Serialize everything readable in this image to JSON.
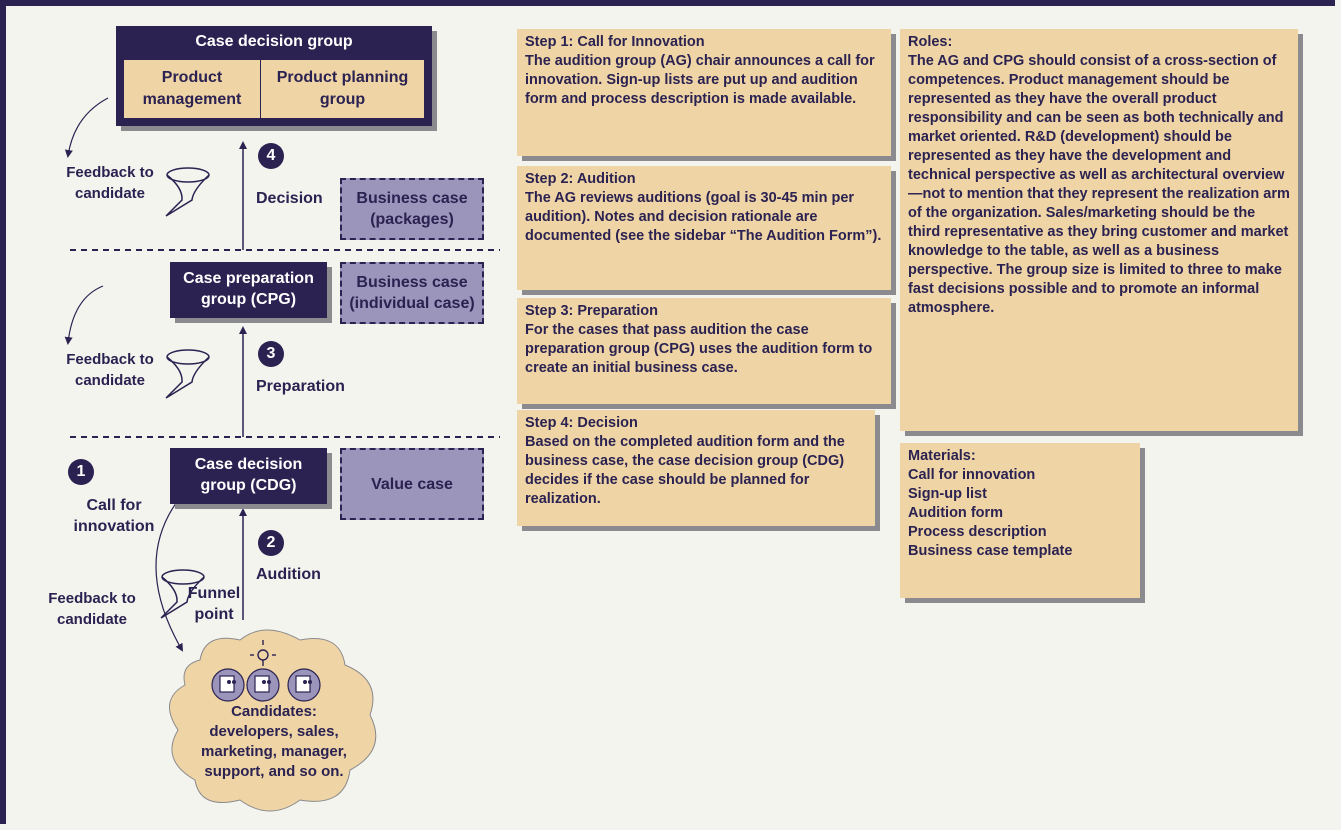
{
  "top_group": {
    "title": "Case decision group",
    "left": "Product management",
    "right": "Product planning group"
  },
  "cpg_box": "Case preparation group (CPG)",
  "cdg_box": "Case decision group (CDG)",
  "business_case_packages": "Business case (packages)",
  "business_case_individual": "Business case (individual case)",
  "value_case": "Value case",
  "labels": {
    "decision": "Decision",
    "preparation": "Preparation",
    "audition": "Audition",
    "call_for_innovation": "Call for innovation",
    "funnel_point": "Funnel point",
    "feedback1": "Feedback to candidate",
    "feedback2": "Feedback to candidate",
    "feedback3": "Feedback to candidate"
  },
  "numbers": {
    "n1": "1",
    "n2": "2",
    "n3": "3",
    "n4": "4"
  },
  "candidates": "Candidates: developers, sales, marketing, manager, support, and so on.",
  "steps": [
    {
      "title": "Step 1: Call for Innovation",
      "body": "The audition group (AG) chair announces a call for innovation. Sign-up lists are put up and audition form and process description is made available."
    },
    {
      "title": "Step 2: Audition",
      "body": "The AG reviews auditions (goal is 30-45 min per audition). Notes and decision rationale are documented (see the sidebar “The Audition Form”)."
    },
    {
      "title": "Step 3: Preparation",
      "body": "For the cases that pass audition the case preparation group (CPG) uses the audition form to create an initial business case."
    },
    {
      "title": "Step 4: Decision",
      "body": "Based on the completed audition form and the business case, the case decision group (CDG) decides if the case should be planned for realization."
    }
  ],
  "roles": {
    "title": "Roles:",
    "body": "The AG and CPG should consist of a cross-section of competences. Product management should be represented as they have the overall product responsibility and can be seen as both technically and market oriented. R&D (development) should be represented as they have the development and technical perspective as well as architectural overview—not to mention that they represent the realization arm of the organization. Sales/marketing should be the third representative as they bring customer and market knowledge to the table, as well as a business perspective. The group size is limited to three to make fast decisions possible and to promote an informal atmosphere."
  },
  "materials": {
    "title": "Materials:",
    "items": [
      "Call for innovation",
      "Sign-up list",
      "Audition form",
      "Process description",
      "Business case template"
    ]
  }
}
